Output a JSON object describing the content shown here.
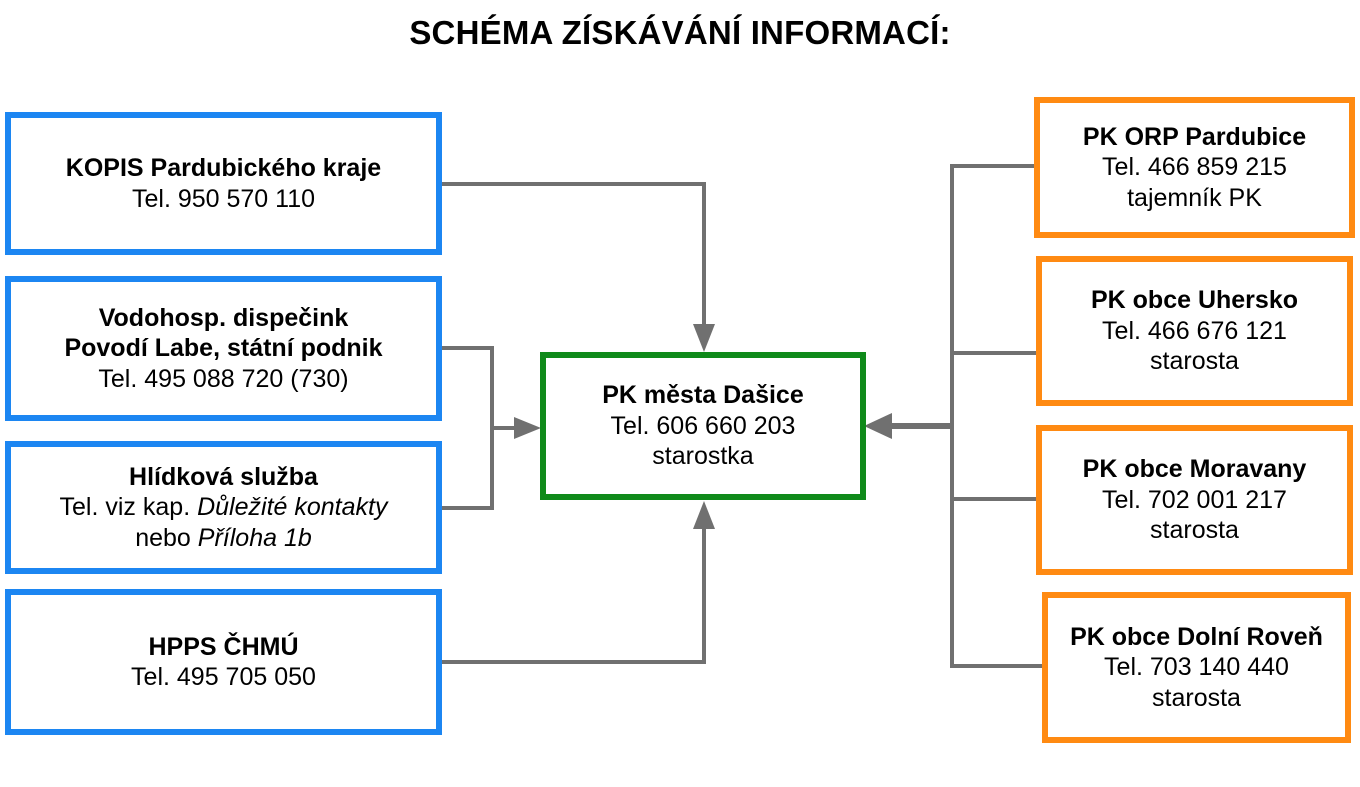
{
  "title": "SCHÉMA ZÍSKÁVÁNÍ INFORMACÍ:",
  "colors": {
    "left_border": "#1c86f2",
    "right_border": "#ff8a12",
    "center_border": "#0f8a1a",
    "connector": "#707070"
  },
  "center": {
    "name": "PK města Dašice",
    "tel": "Tel. 606 660 203",
    "role": "starostka"
  },
  "left": [
    {
      "lines": [
        "KOPIS Pardubického kraje"
      ],
      "tel": "Tel. 950 570 110"
    },
    {
      "lines": [
        "Vodohosp. dispečink",
        "Povodí Labe, státní podnik"
      ],
      "tel": "Tel. 495 088 720 (730)"
    },
    {
      "name": "Hlídková služba",
      "tel_prefix": "Tel. viz kap.",
      "tel_italic": "Důležité kontakty",
      "line3_prefix": "nebo",
      "line3_italic": "Příloha 1b"
    },
    {
      "lines": [
        "HPPS ČHMÚ"
      ],
      "tel": "Tel. 495 705 050"
    }
  ],
  "right": [
    {
      "name": "PK ORP Pardubice",
      "tel": "Tel. 466 859 215",
      "role": "tajemník PK"
    },
    {
      "name": "PK obce Uhersko",
      "tel": "Tel. 466 676 121",
      "role": "starosta"
    },
    {
      "name": "PK obce Moravany",
      "tel": "Tel. 702 001 217",
      "role": "starosta"
    },
    {
      "name": "PK obce Dolní Roveň",
      "tel": "Tel. 703 140 440",
      "role": "starosta"
    }
  ]
}
